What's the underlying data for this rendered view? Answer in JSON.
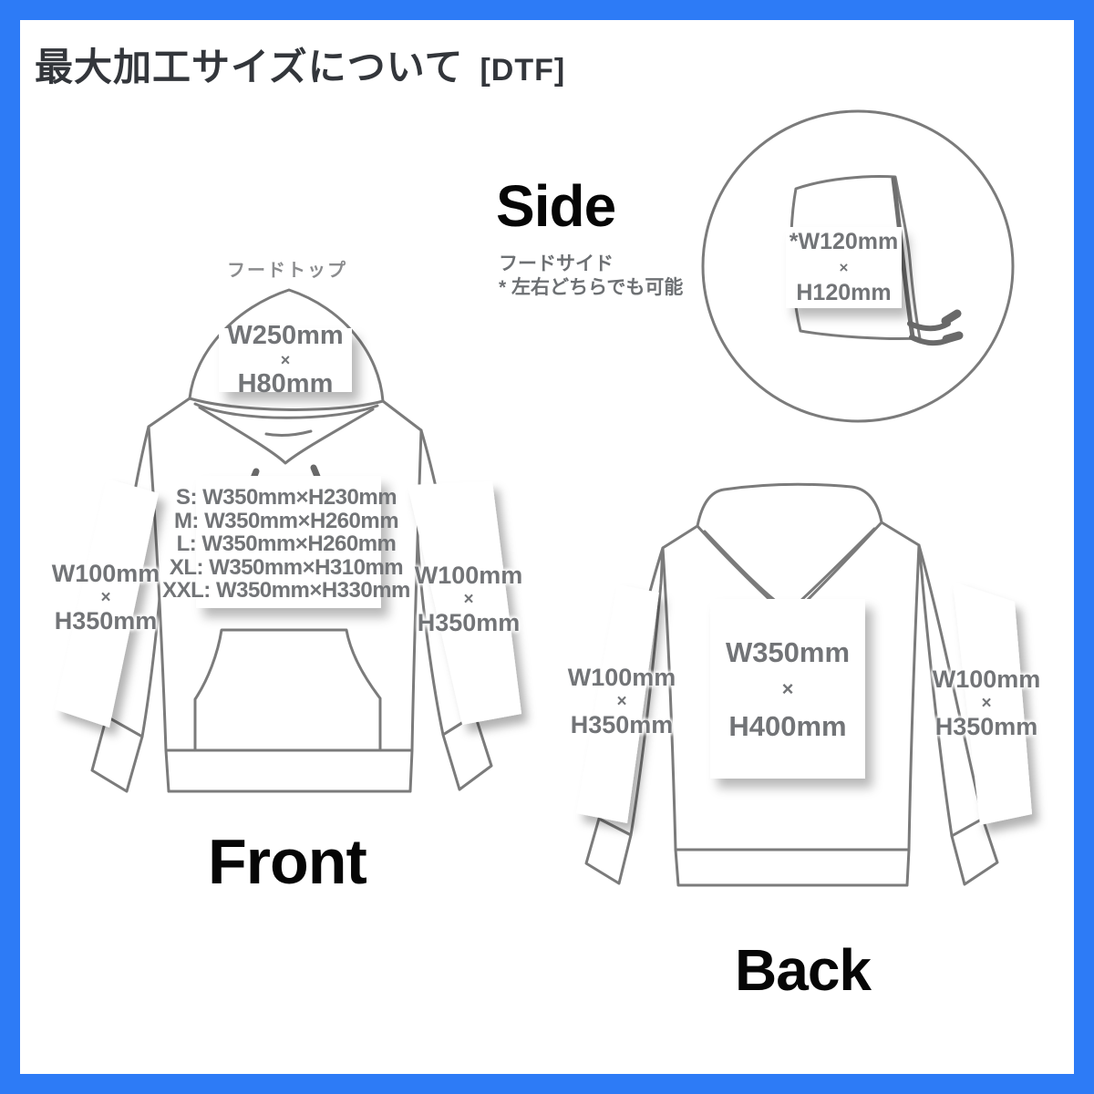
{
  "title": {
    "main": "最大加工サイズについて",
    "tag": "[DTF]"
  },
  "side": {
    "heading": "Side",
    "note1": "フードサイド",
    "note2": "* 左右どちらでも可能",
    "hood_size": {
      "w": "*W120mm",
      "times": "×",
      "h": "H120mm"
    }
  },
  "front": {
    "heading": "Front",
    "hood_label": "フードトップ",
    "hood_size": {
      "w": "W250mm",
      "times": "×",
      "h": "H80mm"
    },
    "chest_sizes": [
      "S: W350mm×H230mm",
      "M: W350mm×H260mm",
      "L: W350mm×H260mm",
      "XL: W350mm×H310mm",
      "XXL: W350mm×H330mm"
    ],
    "left_sleeve_size": {
      "w": "W100mm",
      "times": "×",
      "h": "H350mm"
    },
    "right_sleeve_size": {
      "w": "W100mm",
      "times": "×",
      "h": "H350mm"
    }
  },
  "back": {
    "heading": "Back",
    "print_size": {
      "w": "W350mm",
      "times": "×",
      "h": "H400mm"
    },
    "left_sleeve_size": {
      "w": "W100mm",
      "times": "×",
      "h": "H350mm"
    },
    "right_sleeve_size": {
      "w": "W100mm",
      "times": "×",
      "h": "H350mm"
    }
  },
  "colors": {
    "frame_blue": "#2d7bf6",
    "line_gray": "#7b7b7b",
    "cord_gray": "#696969",
    "text_gray": "#727477",
    "title_dark": "#33363b",
    "heading_black": "#060606"
  }
}
